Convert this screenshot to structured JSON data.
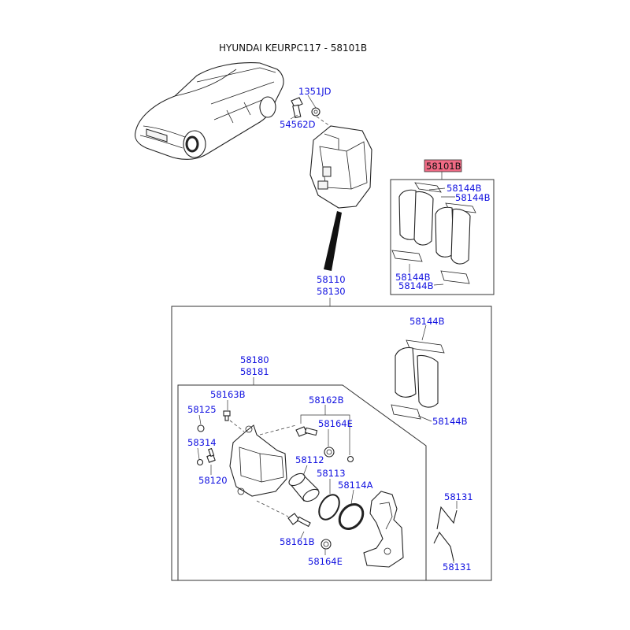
{
  "title": "HYUNDAI KEURPC117 - 58101B",
  "highlight_label": "58101B",
  "highlight_color": "#f06a84",
  "label_color": "#1010e0",
  "labels": {
    "p1351JD": "1351JD",
    "p54562D": "54562D",
    "kit_a": "58144B",
    "kit_b": "58144B",
    "kit_c": "58144B",
    "kit_d": "58144B",
    "p58110": "58110",
    "p58130": "58130",
    "pad_top": "58144B",
    "pad_bottom": "58144B",
    "p58180": "58180",
    "p58181": "58181",
    "p58163B": "58163B",
    "p58125": "58125",
    "p58162B": "58162B",
    "p58164E_a": "58164E",
    "p58314": "58314",
    "p58112": "58112",
    "p58113": "58113",
    "p58114A": "58114A",
    "p58120": "58120",
    "p58131_a": "58131",
    "p58131_b": "58131",
    "p58161B": "58161B",
    "p58164E_b": "58164E"
  }
}
